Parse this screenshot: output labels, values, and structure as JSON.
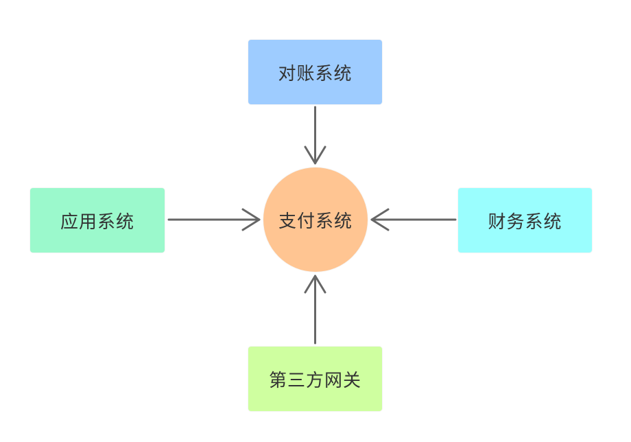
{
  "nodes": {
    "reconcile": {
      "label": "对账系统",
      "color": "#9ECCFF"
    },
    "app": {
      "label": "应用系统",
      "color": "#9BF9CC"
    },
    "payment": {
      "label": "支付系统",
      "color": "#FFC592"
    },
    "finance": {
      "label": "财务系统",
      "color": "#9AFEFE"
    },
    "gateway": {
      "label": "第三方网关",
      "color": "#CFFFA0"
    }
  },
  "edges": [
    {
      "from": "reconcile",
      "to": "payment"
    },
    {
      "from": "app",
      "to": "payment"
    },
    {
      "from": "finance",
      "to": "payment"
    },
    {
      "from": "gateway",
      "to": "payment"
    }
  ]
}
